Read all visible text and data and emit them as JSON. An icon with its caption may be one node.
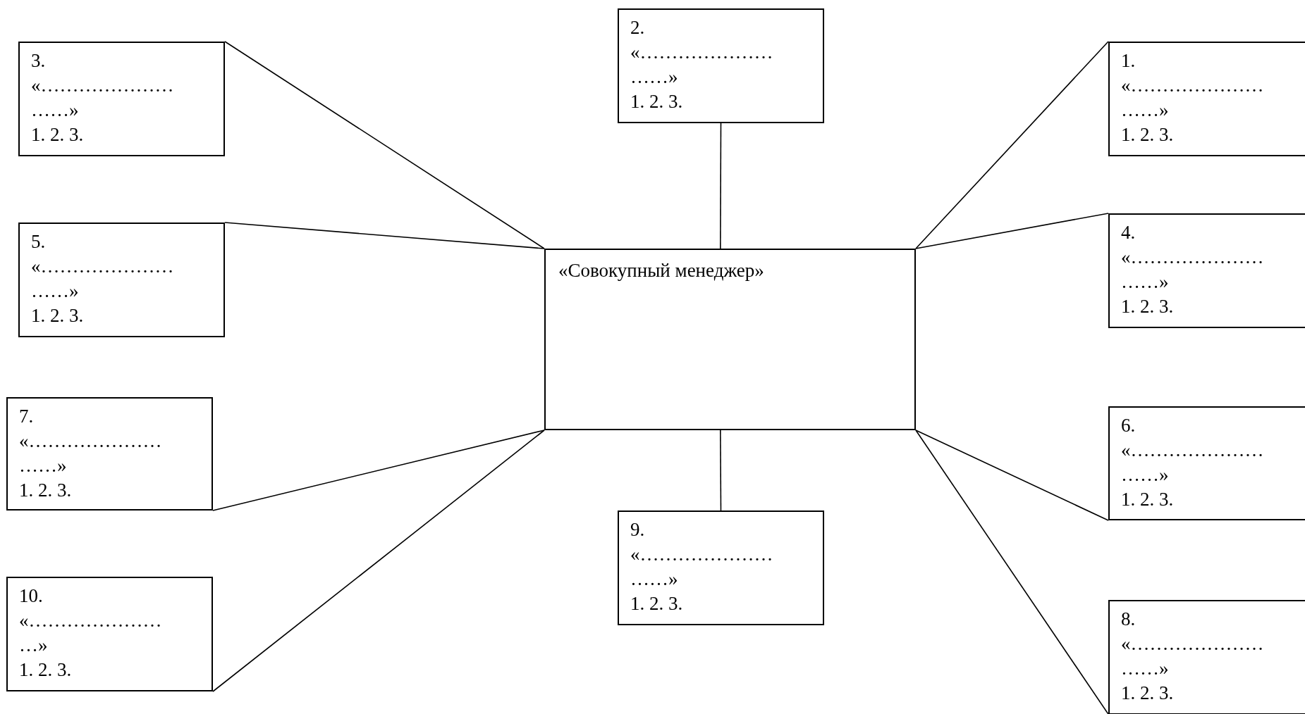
{
  "diagram": {
    "nodes": [
      {
        "text": [
          "2.",
          "«………………………»",
          "1. 2. 3."
        ]
      },
      {
        "text": [
          "3.",
          "«………………………»",
          "1. 2. 3."
        ]
      },
      {
        "text": [
          "1.",
          "«………………………»",
          "1. 2. 3."
        ]
      },
      {
        "text": [
          "5.",
          "«………………………»",
          "1. 2. 3."
        ]
      },
      {
        "text": [
          "4.",
          "«………………………»",
          "1. 2. 3."
        ]
      },
      {
        "text": [
          "«Совокупный менеджер»"
        ]
      },
      {
        "text": [
          "7.",
          "«………………………»",
          "1. 2. 3."
        ]
      },
      {
        "text": [
          "6.",
          "«………………………»",
          "1. 2. 3."
        ]
      },
      {
        "text": [
          "9.",
          "«………………………»",
          "1. 2. 3."
        ]
      },
      {
        "text": [
          "10.",
          "«……………………»",
          "1. 2. 3."
        ]
      },
      {
        "text": [
          "8.",
          "«………………………»",
          "1. 2. 3."
        ]
      }
    ],
    "edges": [
      {
        "from": 5,
        "to": 0,
        "arrow": "none"
      },
      {
        "from": 5,
        "to": 1,
        "arrow": "none"
      },
      {
        "from": 5,
        "to": 2,
        "arrow": "none"
      },
      {
        "from": 5,
        "to": 3,
        "arrow": "none"
      },
      {
        "from": 5,
        "to": 4,
        "arrow": "none"
      },
      {
        "from": 5,
        "to": 6,
        "arrow": "none"
      },
      {
        "from": 5,
        "to": 7,
        "arrow": "none"
      },
      {
        "from": 5,
        "to": 8,
        "arrow": "none"
      },
      {
        "from": 5,
        "to": 9,
        "arrow": "none"
      },
      {
        "from": 5,
        "to": 10,
        "arrow": "none"
      }
    ]
  }
}
